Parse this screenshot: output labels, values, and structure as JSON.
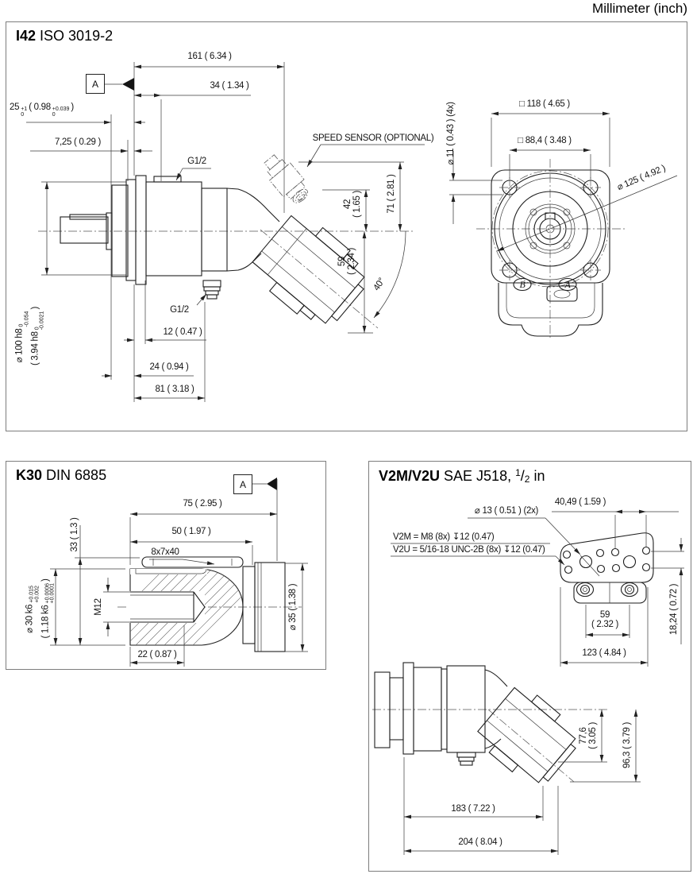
{
  "page": {
    "units": "Millimeter (inch)"
  },
  "i42": {
    "title_b": "I42",
    "title_r": " ISO 3019-2",
    "datum": "A",
    "d161": "161 ( 6.34 )",
    "d34": "34 ( 1.34 )",
    "d25_mm": "25",
    "d25_mm_hi": "+1",
    "d25_mm_lo": "0",
    "d25_in": "( 0.98",
    "d25_in_hi": "+0.039",
    "d25_in_lo": "0",
    "d25_close": ")",
    "d7": "7,25 ( 0.29 )",
    "g12_top": "G1/2",
    "g12_bottom": "G1/2",
    "sensor": "SPEED SENSOR (OPTIONAL)",
    "d42_mm": "42",
    "d42_in": "( 1.65 )",
    "d71": "71 ( 2.81 )",
    "d59_mm": "59",
    "d59_in": "( 2.34 )",
    "angle": "40°",
    "d12": "12 ( 0.47 )",
    "d24": "24 ( 0.94 )",
    "d81": "81 ( 3.18 )",
    "shaft_mm": "⌀ 100 h8",
    "shaft_mm_hi": "0",
    "shaft_mm_lo": "-0.054",
    "shaft_in": "( 3.94 h8",
    "shaft_in_hi": "0",
    "shaft_in_lo": "-0.0021",
    "shaft_close": ")",
    "d118": "□ 118 ( 4.65 )",
    "d88": "□ 88,4 ( 3.48 )",
    "d11": "⌀ 11 ( 0.43 ) (4x)",
    "d125": "⌀ 125 ( 4.92 )",
    "port_b": "B",
    "port_a": "A"
  },
  "k30": {
    "title_b": "K30",
    "title_r": " DIN 6885",
    "datum": "A",
    "d75": "75 ( 2.95 )",
    "d50": "50 ( 1.97 )",
    "key": "8x7x40",
    "d33": "33 ( 1.3 )",
    "m12": "M12",
    "d22": "22 ( 0.87 )",
    "d35": "⌀ 35 ( 1.38 )",
    "shaft_mm": "⌀ 30 k6",
    "shaft_mm_hi": "+0.015",
    "shaft_mm_lo": "+0.002",
    "shaft_in": "( 1.18 k6",
    "shaft_in_hi": "+0.0006",
    "shaft_in_lo": "+0.0001",
    "shaft_close": ")"
  },
  "v2m": {
    "title_b": "V2M/V2U",
    "title_m": " SAE J518, ",
    "frac_n": "1",
    "frac_s": "/",
    "frac_d": "2",
    "title_e": " in",
    "d4049": "40,49 ( 1.59 )",
    "d13": "⌀ 13 ( 0.51 ) (2x)",
    "line_v2m": "V2M = M8 (8x) ↧12 (0.47)",
    "line_v2u": "V2U = 5/16-18 UNC-2B (8x) ↧12 (0.47)",
    "d59_mm": "59",
    "d59_in": "( 2.32 )",
    "d1824": "18,24 ( 0.72 )",
    "d123": "123 ( 4.84 )",
    "d776_mm": "77,6",
    "d776_in": "( 3.05 )",
    "d963": "96,3 ( 3.79 )",
    "d183": "183 ( 7.22 )",
    "d204": "204 ( 8.04 )"
  }
}
